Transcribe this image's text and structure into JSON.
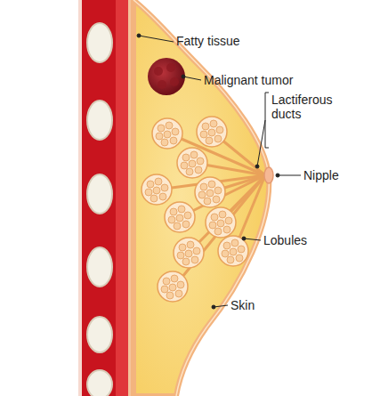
{
  "diagram": {
    "labels": [
      "Fatty tissue",
      "Malignant tumor",
      "Lactiferous ducts",
      "Nipple",
      "Lobules",
      "Skin"
    ]
  }
}
